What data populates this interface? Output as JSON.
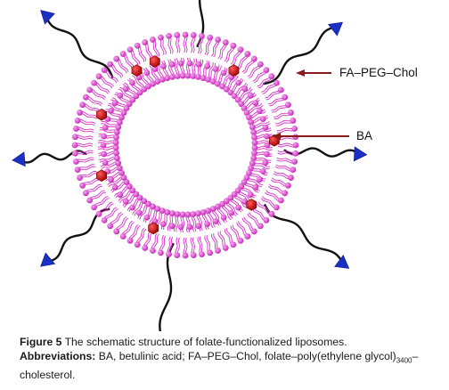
{
  "labels": {
    "fa_peg_chol": "FA–PEG–Chol",
    "ba": "BA"
  },
  "caption": {
    "figure_label": "Figure 5",
    "figure_text": "The schematic structure of folate-functionalized liposomes.",
    "abbrev_label": "Abbreviations:",
    "abbrev_text_1": "BA, betulinic acid; FA–PEG–Chol, folate–poly(ethylene glycol)",
    "abbrev_subscript": "3400",
    "abbrev_text_2": "–cholesterol."
  },
  "colors": {
    "lipid": "#d633c8",
    "drug": "#cc1111",
    "peg": "#111111",
    "folate": "#1a2fc4",
    "pointer": "#8b1a1a"
  }
}
